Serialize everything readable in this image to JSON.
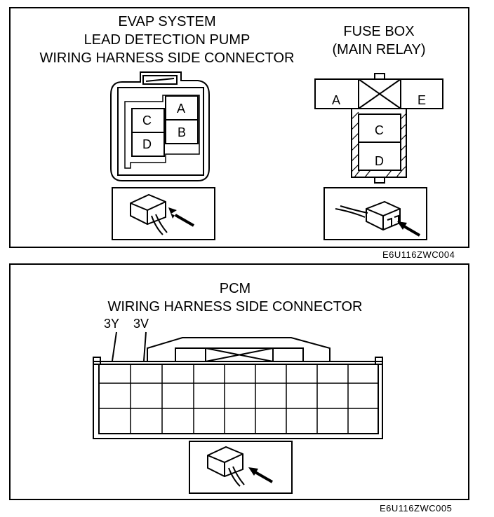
{
  "top_panel": {
    "evap": {
      "title_lines": [
        "EVAP SYSTEM",
        "LEAD DETECTION PUMP",
        "WIRING HARNESS SIDE CONNECTOR"
      ],
      "pins": [
        "A",
        "B",
        "C",
        "D"
      ]
    },
    "fuse": {
      "title_lines": [
        "FUSE BOX",
        "(MAIN RELAY)"
      ],
      "pins": [
        "A",
        "E",
        "C",
        "D"
      ]
    },
    "code": "E6U116ZWC004"
  },
  "bottom_panel": {
    "title_lines": [
      "PCM",
      "WIRING HARNESS SIDE CONNECTOR"
    ],
    "terminals": [
      "3Y",
      "3V"
    ],
    "code": "E6U116ZWC005"
  }
}
